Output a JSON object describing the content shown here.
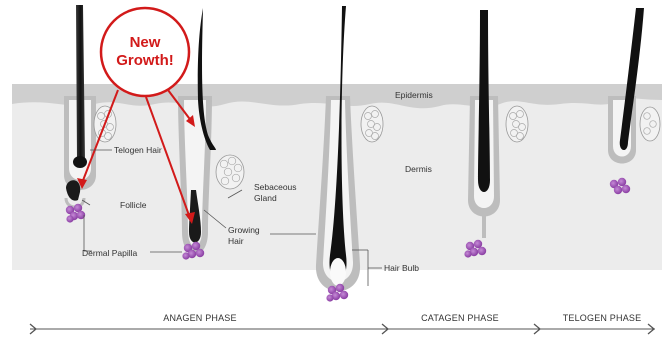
{
  "callout": {
    "line1": "New",
    "line2": "Growth!"
  },
  "labels": {
    "epidermis": "Epidermis",
    "dermis": "Dermis",
    "telogen_hair": "Telogen Hair",
    "follicle": "Follicle",
    "sebaceous_line1": "Sebaceous",
    "sebaceous_line2": "Gland",
    "dermal_papilla": "Dermal Papilla",
    "growing_line1": "Growing",
    "growing_line2": "Hair",
    "hair_bulb": "Hair Bulb"
  },
  "phases": {
    "anagen": "ANAGEN PHASE",
    "catagen": "CATAGEN PHASE",
    "telogen": "TELOGEN PHASE"
  },
  "colors": {
    "skin": "#cfcfcf",
    "hair": "#1c1c1c",
    "papilla": "#9b4fb4",
    "gland": "#f2f2f2",
    "callout": "#d21a1a"
  }
}
